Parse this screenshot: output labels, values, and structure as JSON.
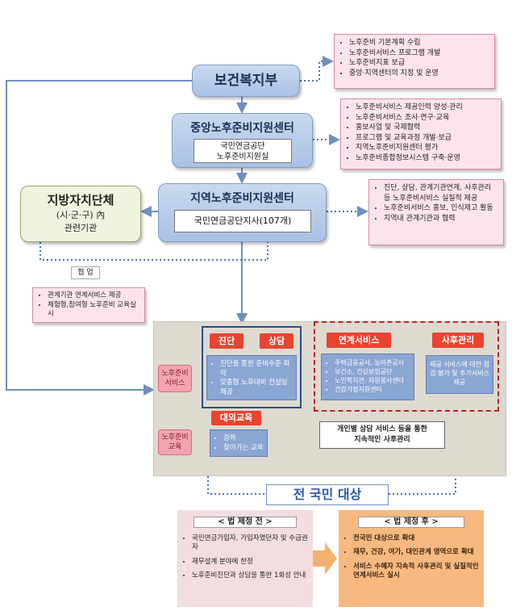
{
  "ministry": {
    "title": "보건복지부"
  },
  "ministry_tasks": [
    "노후준비 기본계획 수립",
    "노후준비서비스 프로그램 개발",
    "노후준비지표 보급",
    "중앙·지역센터의 지정 및 운영"
  ],
  "central_center": {
    "title": "중앙노후준비지원센터",
    "operator_line1": "국민연금공단",
    "operator_line2": "노후준비지원실"
  },
  "central_tasks": [
    "노후준비서비스 제공인력 양성·관리",
    "노후준비서비스 조사·연구·교육",
    "홍보사업 및 국제협력",
    "프로그램 및 교육과정 개발·보급",
    "지역노후준비지원센터 평가",
    "노후준비종합정보시스템 구축·운영"
  ],
  "regional_center": {
    "title": "지역노후준비지원센터",
    "operator": "국민연금공단지사(107개)"
  },
  "regional_tasks": [
    "진단, 상담, 관계기관연계, 사후관리 등 노후준비서비스 실질적 제공",
    "노후준비서비스 홍보, 인식제고 활동",
    "지역내 관계기관과 협력"
  ],
  "local_gov": {
    "title": "지방자치단체",
    "line2": "(시·군·구) 內",
    "line3": "관련기관"
  },
  "cooperation": {
    "label": "협 업",
    "items": [
      "관계기관 연계서비스 제공",
      "체험형,참여형 노후준비 교육실시"
    ]
  },
  "services": {
    "diagnosis_label": "진단",
    "consult_label": "상담",
    "link_label": "연계서비스",
    "aftercare_label": "사후관리",
    "outreach_label": "대외교육",
    "service_side_label": "노후준비 서비스",
    "education_side_label": "노후준비 교육",
    "diag_items": [
      "진단을 통한 준비수준 파악",
      "맞춤형 노후대비 컨설팅 제공"
    ],
    "link_items": [
      "주택금융공사, 농어촌공사",
      "보건소, 건강보험공단",
      "노인복지관, 자원봉사센터",
      "건강가정지원센터"
    ],
    "aftercare_items": [
      "제공 서비스에 대한 점검·평가 및 추가서비스 제공"
    ],
    "outreach_items": [
      "강좌",
      "찾아가는 교육"
    ],
    "continuous_line1": "개인별 상담 서비스 등을 통한",
    "continuous_line2": "지속적인 사후관리"
  },
  "target_banner": "전 국민 대상",
  "before_law": {
    "title": "< 법 제정 전 >",
    "items": [
      "국민연금가입자, 가입자였던자 및 수급권자",
      "재무설계 분야에 한정",
      "노후준비진단과 상담을 통한 1회성 안내"
    ]
  },
  "after_law": {
    "title": "< 법 제정 후 >",
    "items": [
      "전국민 대상으로 확대",
      "재무, 건강, 여가, 대인관계 영역으로 확대",
      "서비스 수혜자 지속적 사후관리 및 실질적인 연계서비스 실시"
    ]
  },
  "colors": {
    "blue_box": "#a9c1e3",
    "red_label": "#e8442f",
    "pink_note": "#fde4ec",
    "orange": "#f8b980"
  }
}
